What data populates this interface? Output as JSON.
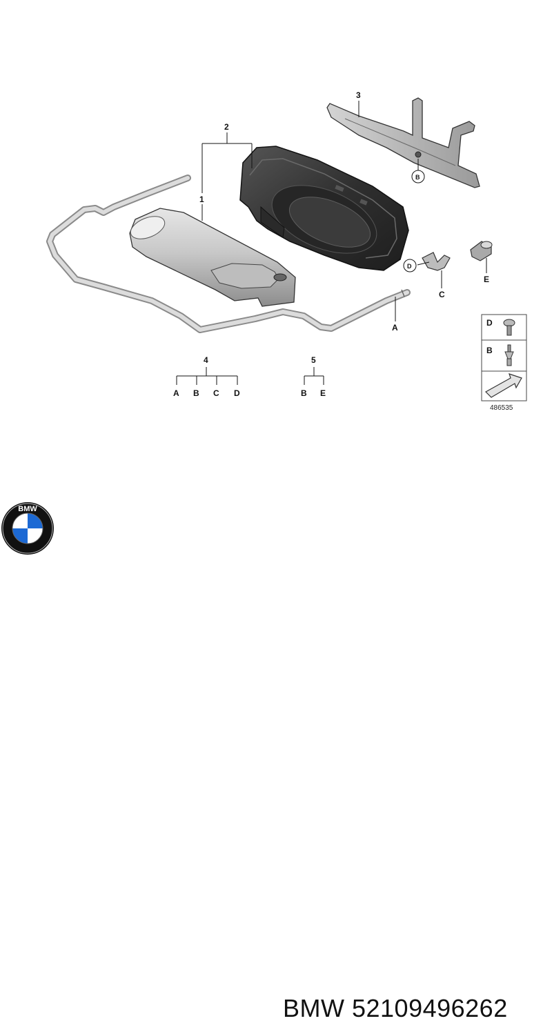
{
  "callouts": {
    "n1": "1",
    "n2": "2",
    "n3": "3",
    "n4": "4",
    "n5": "5",
    "a": "A",
    "b": "B",
    "c": "C",
    "d": "D",
    "e": "E"
  },
  "group4_letters": [
    "A",
    "B",
    "C",
    "D"
  ],
  "group5_letters": [
    "B",
    "E"
  ],
  "legend": {
    "row1_letter": "D",
    "row2_letter": "B"
  },
  "reference_number": "486535",
  "brand": {
    "logo_letters": "BMW",
    "text": "BMW 52109496262"
  },
  "colors": {
    "outline": "#222222",
    "dark_housing": "#3a3a3a",
    "canister": "#c9c9c9",
    "brand_blue": "#1c69d4"
  }
}
